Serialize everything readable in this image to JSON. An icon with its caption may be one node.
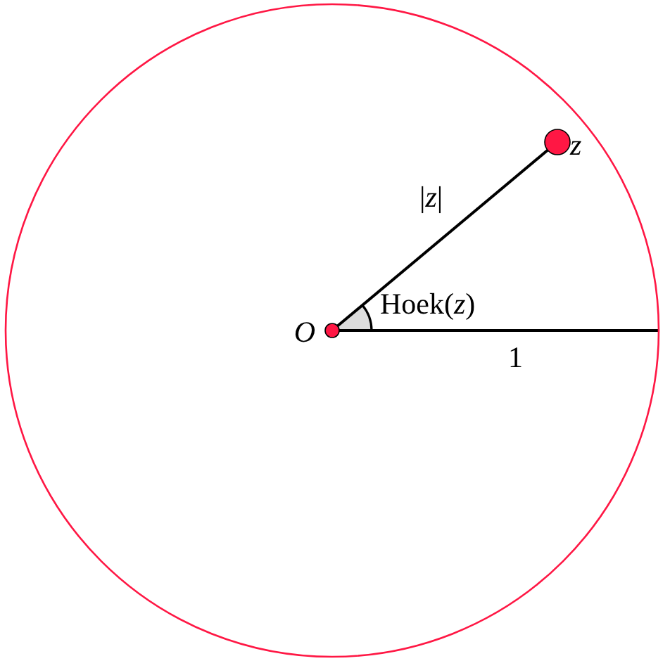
{
  "diagram": {
    "nodes": [
      {
        "text": [],
        "shape": "circle"
      },
      {
        "text": [],
        "shape": "circle",
        "beside": [
          "O"
        ],
        "in": 0
      },
      {
        "text": [],
        "shape": "circle",
        "beside": [
          "z"
        ],
        "in": 0
      }
    ],
    "edges": [
      {
        "from": 1,
        "to": 2,
        "arrow": "none",
        "label": "|*z*|"
      },
      {
        "from": 1,
        "to": 0,
        "arrow": "none",
        "label": "1"
      }
    ],
    "labels": [
      "Hoek(*z*)"
    ]
  }
}
